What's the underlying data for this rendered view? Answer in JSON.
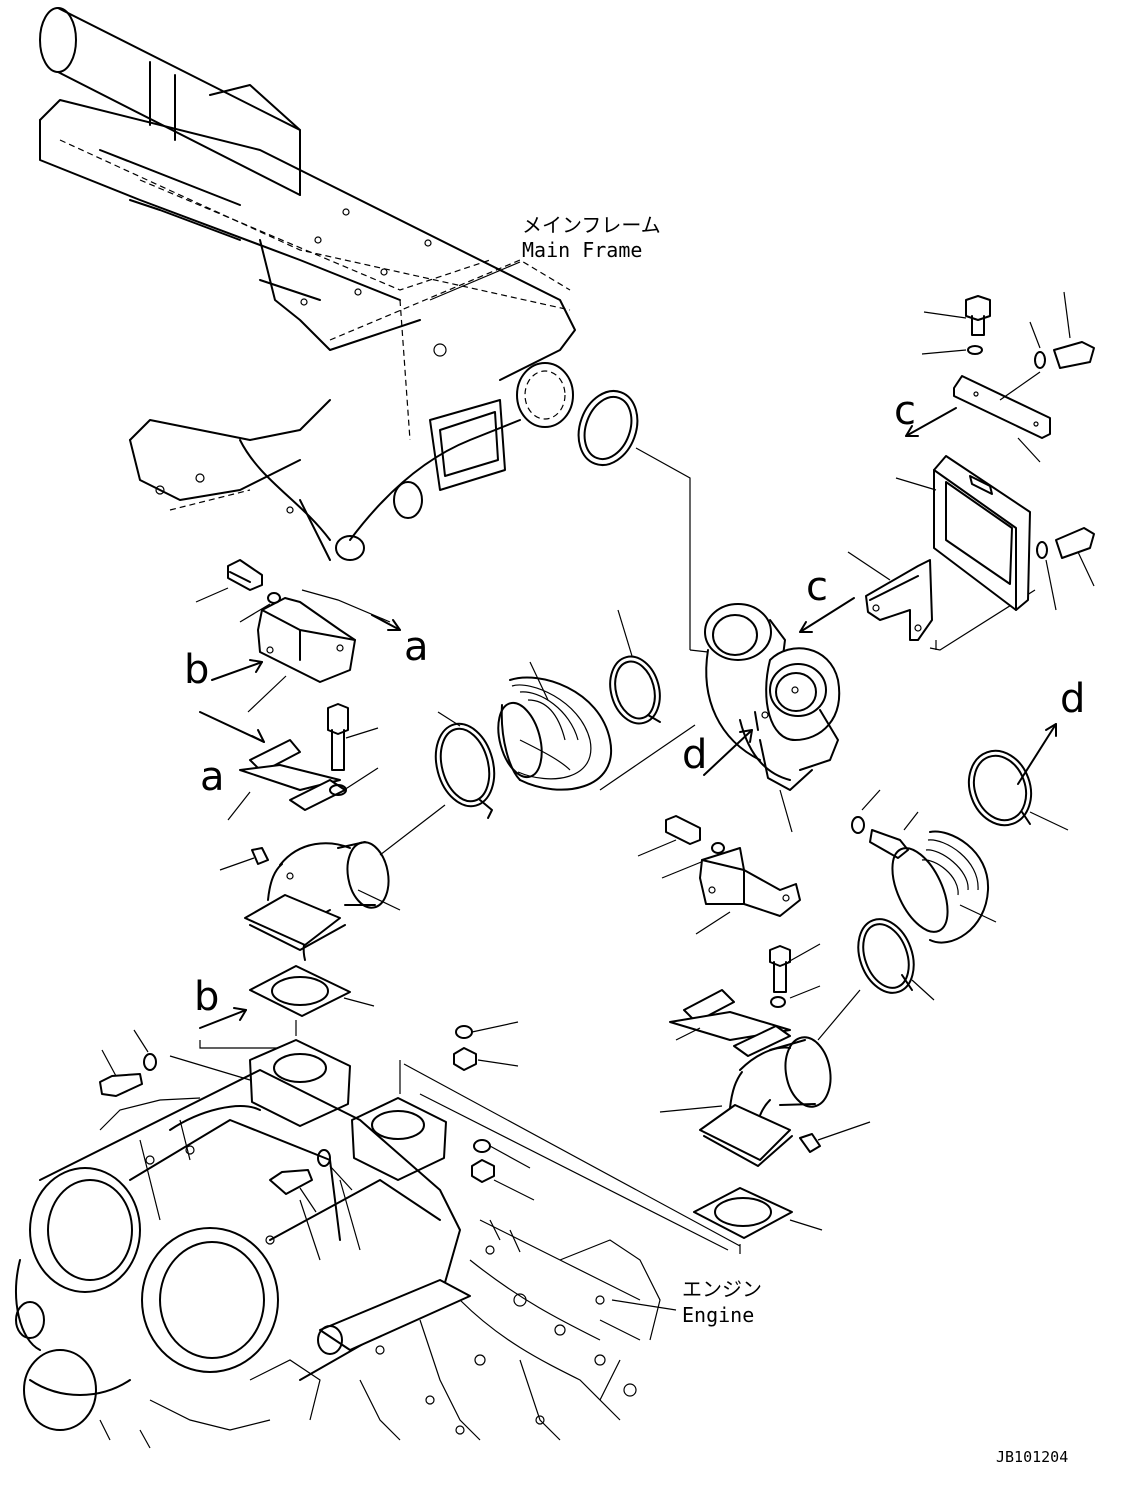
{
  "labels": {
    "main_frame_jp": "メインフレーム",
    "main_frame_en": "Main Frame",
    "engine_jp": "エンジン",
    "engine_en": "Engine",
    "drawing_ref": "JB101204"
  },
  "view_letters": {
    "a": "a",
    "b": "b",
    "c": "c",
    "d": "d"
  },
  "colors": {
    "line": "#000000",
    "background": "#ffffff"
  }
}
